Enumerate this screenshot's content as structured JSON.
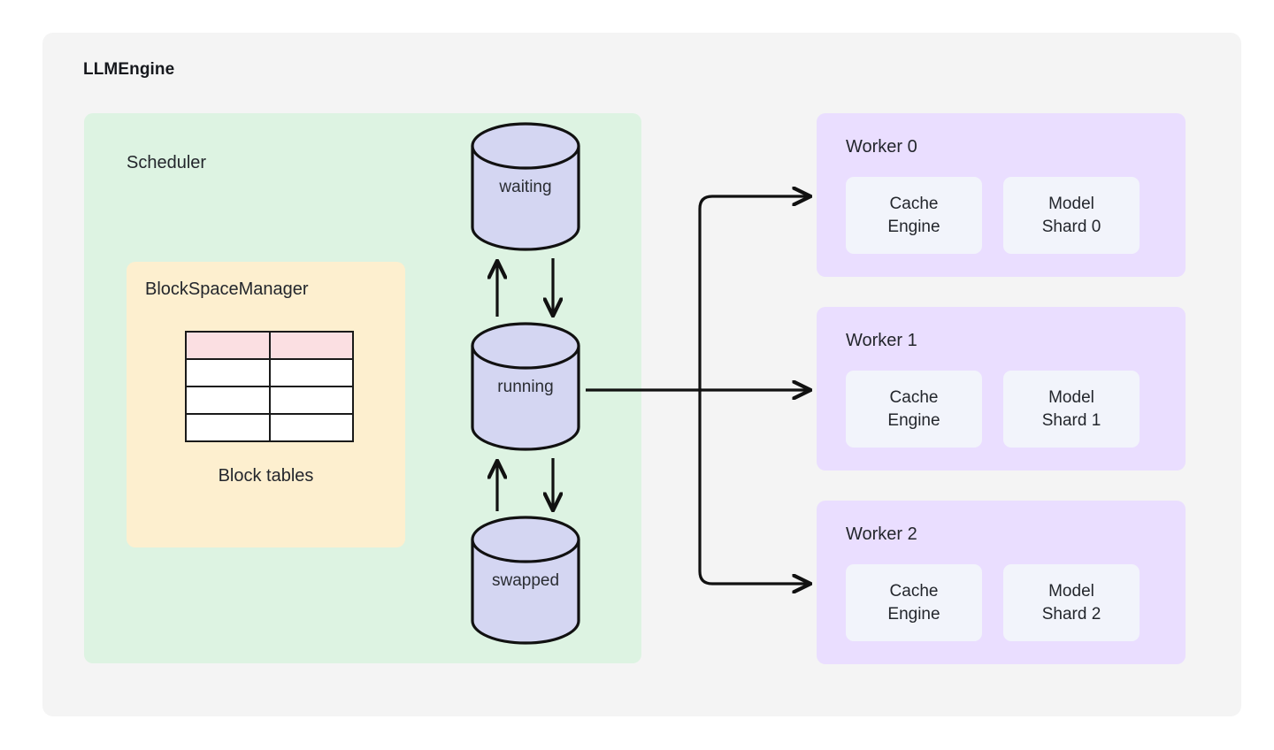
{
  "diagram": {
    "title": "LLMEngine",
    "colors": {
      "frame_bg": "#f4f4f4",
      "scheduler_bg": "#ddf3e2",
      "block_manager_bg": "#fdefcf",
      "worker_bg": "#eadeff",
      "worker_card_bg": "#f2f4fb",
      "cylinder_fill": "#d4d6f2",
      "table_header_fill": "#fbdfe2",
      "stroke": "#1a1a1a"
    }
  },
  "scheduler": {
    "title": "Scheduler",
    "block_space_manager": {
      "title": "BlockSpaceManager",
      "table_caption": "Block tables",
      "table": {
        "rows": 4,
        "columns": 2,
        "header_row_highlighted": true
      }
    },
    "queues": [
      {
        "id": "waiting",
        "label": "waiting"
      },
      {
        "id": "running",
        "label": "running"
      },
      {
        "id": "swapped",
        "label": "swapped"
      }
    ]
  },
  "workers": [
    {
      "title": "Worker 0",
      "cards": [
        {
          "name": "cache-engine",
          "label": "Cache\nEngine"
        },
        {
          "name": "model-shard",
          "label": "Model\nShard 0"
        }
      ]
    },
    {
      "title": "Worker 1",
      "cards": [
        {
          "name": "cache-engine",
          "label": "Cache\nEngine"
        },
        {
          "name": "model-shard",
          "label": "Model\nShard 1"
        }
      ]
    },
    {
      "title": "Worker 2",
      "cards": [
        {
          "name": "cache-engine",
          "label": "Cache\nEngine"
        },
        {
          "name": "model-shard",
          "label": "Model\nShard 2"
        }
      ]
    }
  ]
}
